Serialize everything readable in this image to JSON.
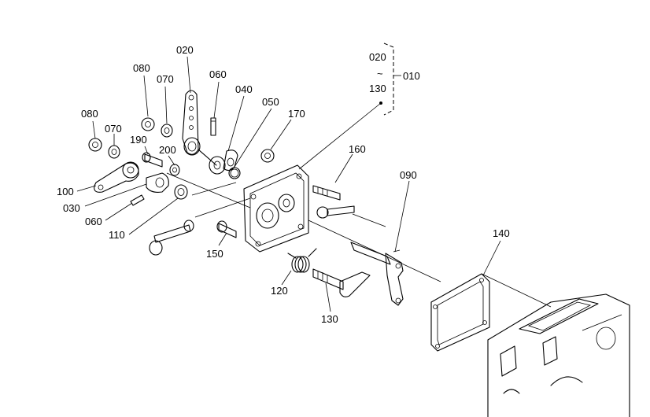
{
  "callouts": [
    {
      "id": "020",
      "text": "020"
    },
    {
      "id": "080a",
      "text": "080"
    },
    {
      "id": "070a",
      "text": "070"
    },
    {
      "id": "060a",
      "text": "060"
    },
    {
      "id": "040",
      "text": "040"
    },
    {
      "id": "050",
      "text": "050"
    },
    {
      "id": "080b",
      "text": "080"
    },
    {
      "id": "070b",
      "text": "070"
    },
    {
      "id": "190",
      "text": "190"
    },
    {
      "id": "200",
      "text": "200"
    },
    {
      "id": "170",
      "text": "170"
    },
    {
      "id": "160",
      "text": "160"
    },
    {
      "id": "090",
      "text": "090"
    },
    {
      "id": "100",
      "text": "100"
    },
    {
      "id": "030",
      "text": "030"
    },
    {
      "id": "060b",
      "text": "060"
    },
    {
      "id": "110",
      "text": "110"
    },
    {
      "id": "150",
      "text": "150"
    },
    {
      "id": "120",
      "text": "120"
    },
    {
      "id": "130",
      "text": "130"
    },
    {
      "id": "140",
      "text": "140"
    }
  ],
  "assembly_group": {
    "from": "020",
    "tilde": "~",
    "to": "130",
    "assembly": "010"
  }
}
